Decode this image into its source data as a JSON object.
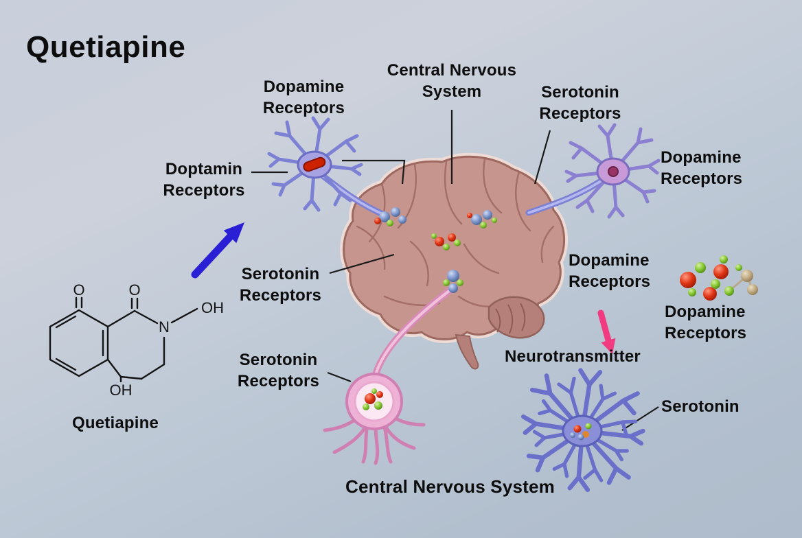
{
  "title": "Quetiapine",
  "labels": {
    "dopamine_receptors_top": "Dopamine Receptors",
    "central_nervous_system_top": "Central Nervous System",
    "serotonin_receptors_top_right": "Serotonin Receptors",
    "doptamin_receptors_left": "Doptamin Receptors",
    "dopamine_receptors_right": "Dopamine Receptors",
    "serotonin_receptors_mid_left": "Serotonin Receptors",
    "dopamine_receptors_mid_right": "Dopamine Receptors",
    "dopamine_receptors_molecule": "Dopamine Receptors",
    "neurotransmitter": "Neurotransmitter",
    "serotonin_receptors_bottom_left": "Serotonin Receptors",
    "serotonin_bottom_right": "Serotonin",
    "central_nervous_system_bottom": "Central Nervous System"
  },
  "molecule": {
    "caption": "Quetiapine",
    "atom_o_ring": "O",
    "atom_o_carbonyl": "O",
    "atom_n": "N",
    "atom_oh_upper": "OH",
    "atom_oh_lower": "OH"
  },
  "colors": {
    "arrow_blue": "#2a1fd4",
    "arrow_pink": "#f23a80",
    "brain_fill": "#c6958e",
    "brain_line": "#9c685f",
    "neuron_purple": "#7d81d4",
    "neuron_pink": "#cf7fb2",
    "text": "#0d0d0d"
  }
}
